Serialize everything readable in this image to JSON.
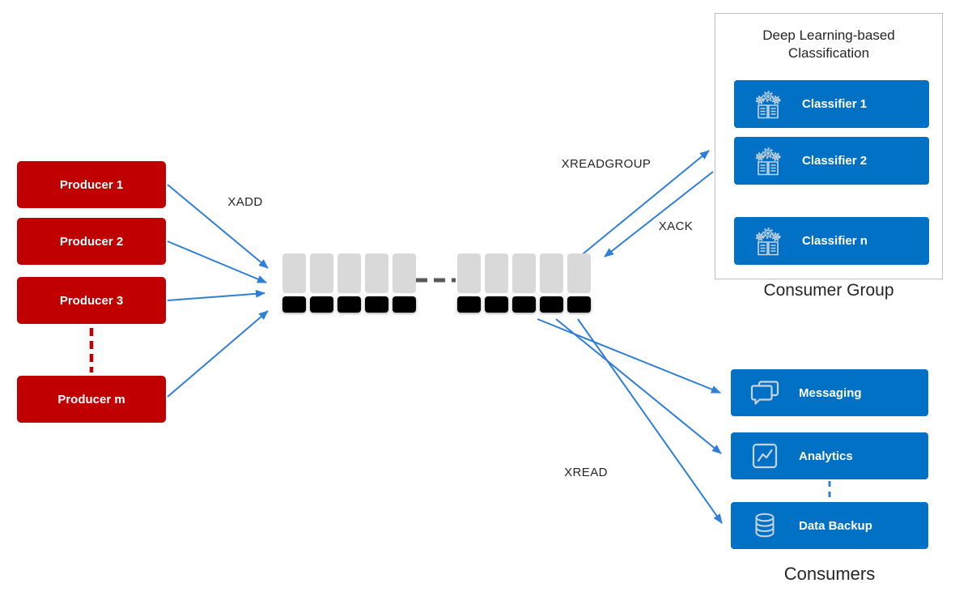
{
  "producers": {
    "items": [
      {
        "label": "Producer 1"
      },
      {
        "label": "Producer 2"
      },
      {
        "label": "Producer 3"
      },
      {
        "label": "Producer m"
      }
    ]
  },
  "stream": {
    "groups": 2,
    "cells_per_group": 5
  },
  "commands": {
    "xadd": "XADD",
    "xreadgroup": "XREADGROUP",
    "xack": "XACK",
    "xread": "XREAD"
  },
  "consumer_group": {
    "title": "Deep Learning-based Classification",
    "classifiers": [
      {
        "label": "Classifier 1",
        "icon": "machine-learning-icon"
      },
      {
        "label": "Classifier 2",
        "icon": "machine-learning-icon"
      },
      {
        "label": "Classifier n",
        "icon": "machine-learning-icon"
      }
    ],
    "caption": "Consumer Group"
  },
  "consumers": {
    "items": [
      {
        "label": "Messaging",
        "icon": "chat-bubbles-icon"
      },
      {
        "label": "Analytics",
        "icon": "chart-icon"
      },
      {
        "label": "Data Backup",
        "icon": "database-icon"
      }
    ],
    "caption": "Consumers"
  },
  "colors": {
    "producer_red": "#C00000",
    "box_blue": "#0071C5",
    "arrow_blue": "#2F7FD6",
    "stream_cell_gray": "#D9D9D9",
    "stream_entry_black": "#000000",
    "group_border_gray": "#BFBFBF",
    "mid_dash_gray": "#595959",
    "text_dark": "#262626",
    "icon_light": "#C7D3DF"
  }
}
